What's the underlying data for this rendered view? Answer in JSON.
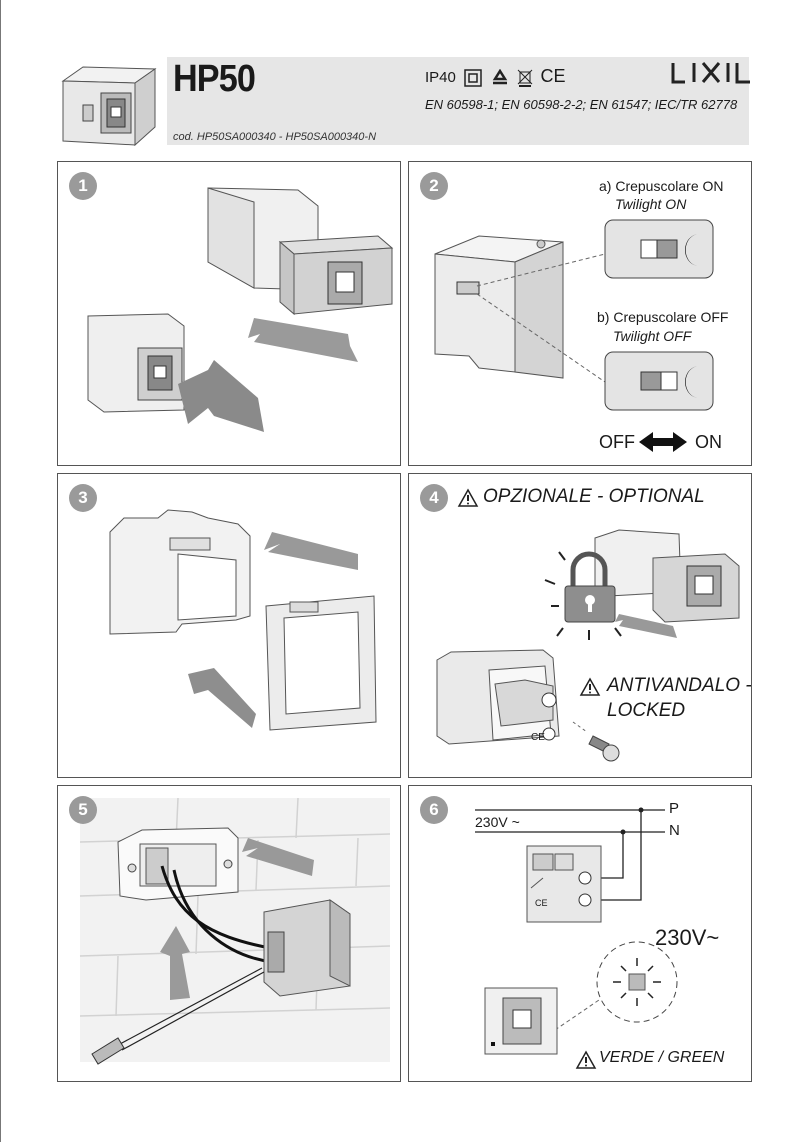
{
  "header": {
    "model": "HP50",
    "code": "cod. HP50SA000340 - HP50SA000340-N",
    "ip_rating": "IP40",
    "standards": "EN 60598-1; EN 60598-2-2; EN 61547; IEC/TR 62778",
    "brand": "LIXIL",
    "ce_mark": "CE"
  },
  "steps": [
    {
      "number": "1"
    },
    {
      "number": "2",
      "option_a": "a) Crepuscolare ON",
      "option_a_en": "Twilight ON",
      "option_b": "b) Crepuscolare OFF",
      "option_b_en": "Twilight OFF",
      "off": "OFF",
      "on": "ON"
    },
    {
      "number": "3"
    },
    {
      "number": "4",
      "title": "OPZIONALE - OPTIONAL",
      "warning_line1": "ANTIVANDALO -",
      "warning_line2": "LOCKED",
      "ce": "CE"
    },
    {
      "number": "5"
    },
    {
      "number": "6",
      "voltage": "230V ~",
      "phase": "P",
      "neutral": "N",
      "voltage_big": "230V~",
      "led_label": "VERDE / GREEN",
      "ce": "CE"
    }
  ],
  "icons": [
    "warning-icon",
    "lock-icon",
    "moon-icon",
    "double-arrow-icon",
    "screwdriver-icon",
    "screw-icon",
    "recycle-icon",
    "weee-bin-icon",
    "class-ii-icon"
  ]
}
